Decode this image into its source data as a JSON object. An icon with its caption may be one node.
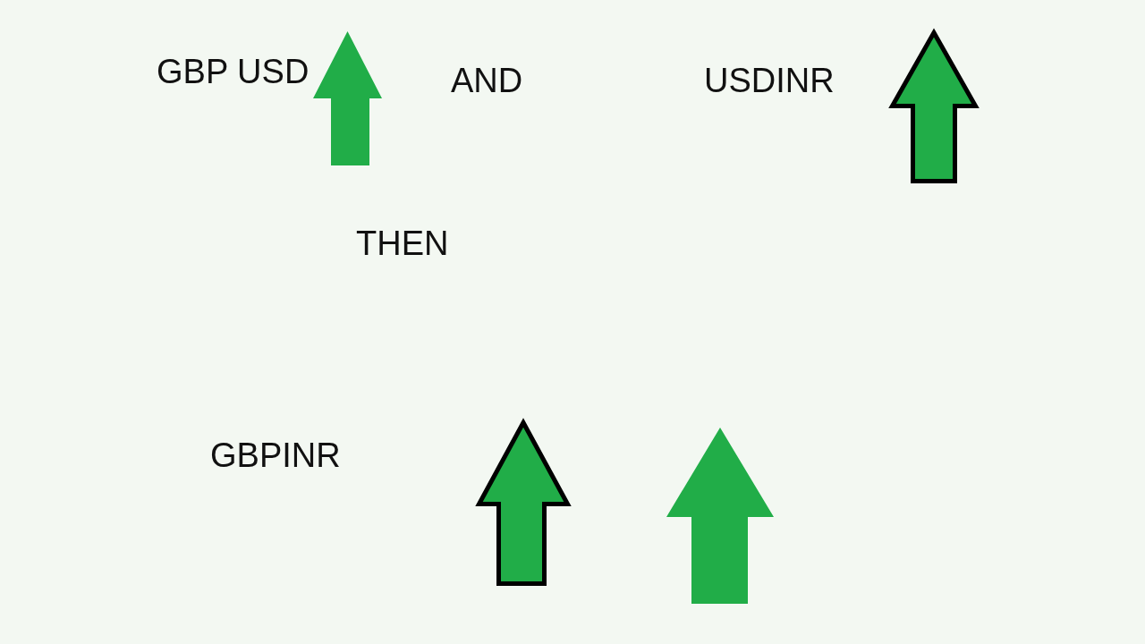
{
  "diagram": {
    "labels": [
      "GBP USD",
      "AND",
      "USDINR",
      "THEN",
      "GBPINR"
    ]
  }
}
